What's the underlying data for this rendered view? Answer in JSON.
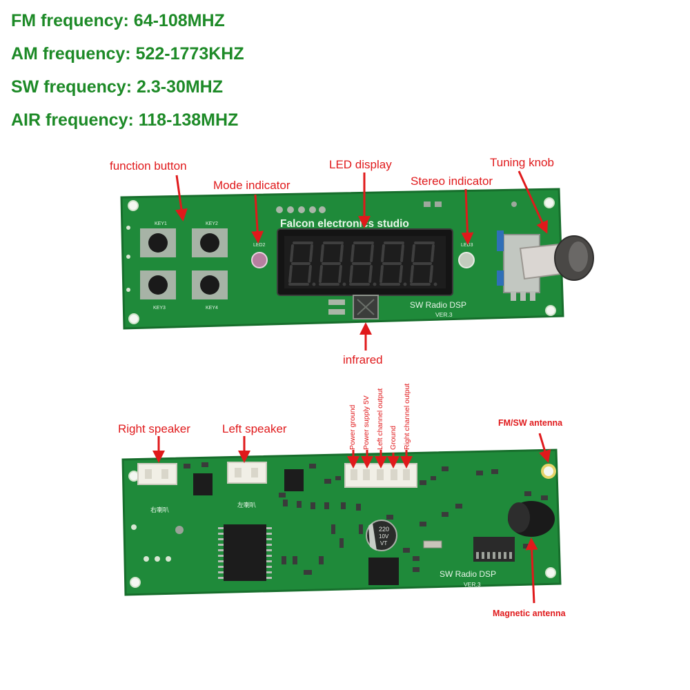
{
  "specs": [
    "FM frequency: 64-108MHZ",
    "AM frequency: 522-1773KHZ",
    "SW frequency: 2.3-30MHZ",
    "AIR frequency: 118-138MHZ"
  ],
  "front": {
    "function_button": "function button",
    "mode_indicator": "Mode indicator",
    "led_display": "LED display",
    "stereo_indicator": "Stereo indicator",
    "tuning_knob": "Tuning knob",
    "infrared": "infrared",
    "silk_brand": "Falcon electronics studio",
    "silk_model": "SW Radio DSP",
    "silk_ver": "VER.3",
    "silk_key1": "KEY1",
    "silk_key2": "KEY2",
    "silk_key3": "KEY3",
    "silk_key4": "KEY4",
    "silk_led2": "LED2",
    "silk_led3": "LED3"
  },
  "back": {
    "right_speaker": "Right speaker",
    "left_speaker": "Left speaker",
    "power_ground": "Power ground",
    "power_supply": "Power supply 5V",
    "left_channel": "Left channel output",
    "ground": "Ground",
    "right_channel": "Right channel output",
    "fm_sw_antenna": "FM/SW antenna",
    "magnetic_antenna": "Magnetic antenna",
    "silk_model": "SW Radio DSP",
    "silk_ver": "VER.3",
    "silk_right_cn": "右喇叭",
    "silk_left_cn": "左喇叭",
    "cap_value": "220",
    "cap_volt": "10V",
    "cap_brand": "VT"
  },
  "colors": {
    "spec_text": "#1d8a27",
    "label_text": "#e0191b",
    "pcb": "#1f8a3a",
    "pcb_edge": "#176e2c"
  }
}
